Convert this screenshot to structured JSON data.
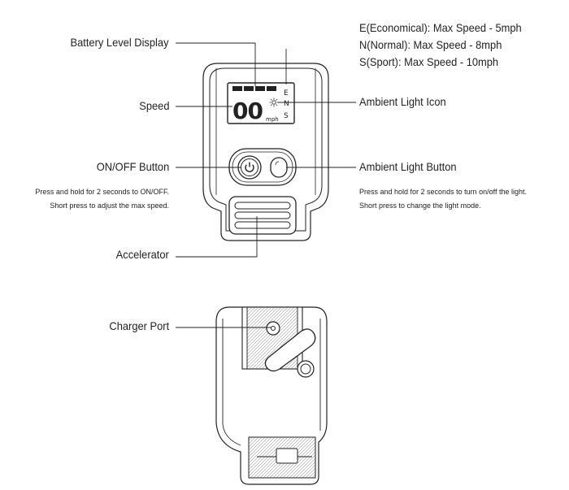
{
  "labels": {
    "battery": "Battery Level Display",
    "speed": "Speed",
    "onoff": "ON/OFF Button",
    "accelerator": "Accelerator",
    "charger": "Charger Port",
    "ambient_icon": "Ambient Light Icon",
    "ambient_button": "Ambient Light Button"
  },
  "modes": [
    "E(Economical): Max Speed - 5mph",
    "N(Normal): Max Speed - 8mph",
    "S(Sport): Max Speed - 10mph"
  ],
  "notes": {
    "onoff": [
      "Press and hold for 2 seconds to ON/OFF.",
      "Short press to adjust the max speed."
    ],
    "ambient": [
      "Press and hold for 2 seconds to turn on/off the light.",
      "Short press to change the light mode."
    ]
  },
  "display": {
    "digits": "00",
    "unit": "mph",
    "mode_letters": [
      "E",
      "N",
      "S"
    ]
  }
}
